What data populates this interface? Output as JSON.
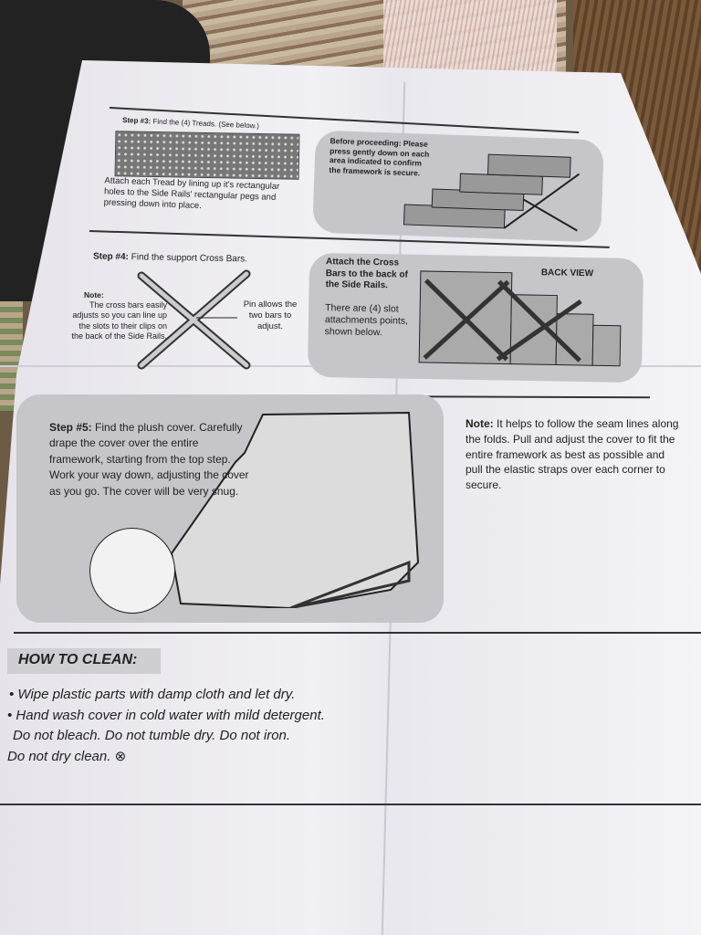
{
  "step3": {
    "title": "Step #3:",
    "text": "Find the (4) Treads. (See below.)",
    "attach": "Attach each Tread by lining up it's rectangular holes to the Side Rails' rectangular pegs and pressing down into place.",
    "callout": "Before proceeding: Please press gently down on each area indicated to confirm the framework is secure."
  },
  "step4": {
    "title": "Step #4:",
    "text": "Find the support Cross Bars.",
    "note_label": "Note:",
    "note": "The cross bars easily adjusts so you can line up the slots to their clips on the back of the Side Rails.",
    "pin": "Pin allows the two bars to adjust.",
    "callout_bold": "Attach the Cross Bars to the back of the Side Rails.",
    "callout": "There are (4) slot attachments points, shown below.",
    "back_view": "BACK VIEW"
  },
  "step5": {
    "title": "Step #5:",
    "text": "Find the plush cover. Carefully drape the cover over the entire framework, starting from the top step. Work your way down, adjusting the cover as you go. The cover will be very snug.",
    "note_label": "Note:",
    "note": "It helps to follow the seam lines along the folds. Pull and adjust the cover to fit the entire framework as best as possible and pull the elastic straps over each corner to secure."
  },
  "clean": {
    "title": "HOW TO CLEAN:",
    "line1": "• Wipe plastic parts with damp cloth and let dry.",
    "line2": "• Hand wash cover in cold water with mild detergent.",
    "line3": "Do not bleach. Do not tumble dry. Do not iron.",
    "line4": "Do not dry clean."
  }
}
